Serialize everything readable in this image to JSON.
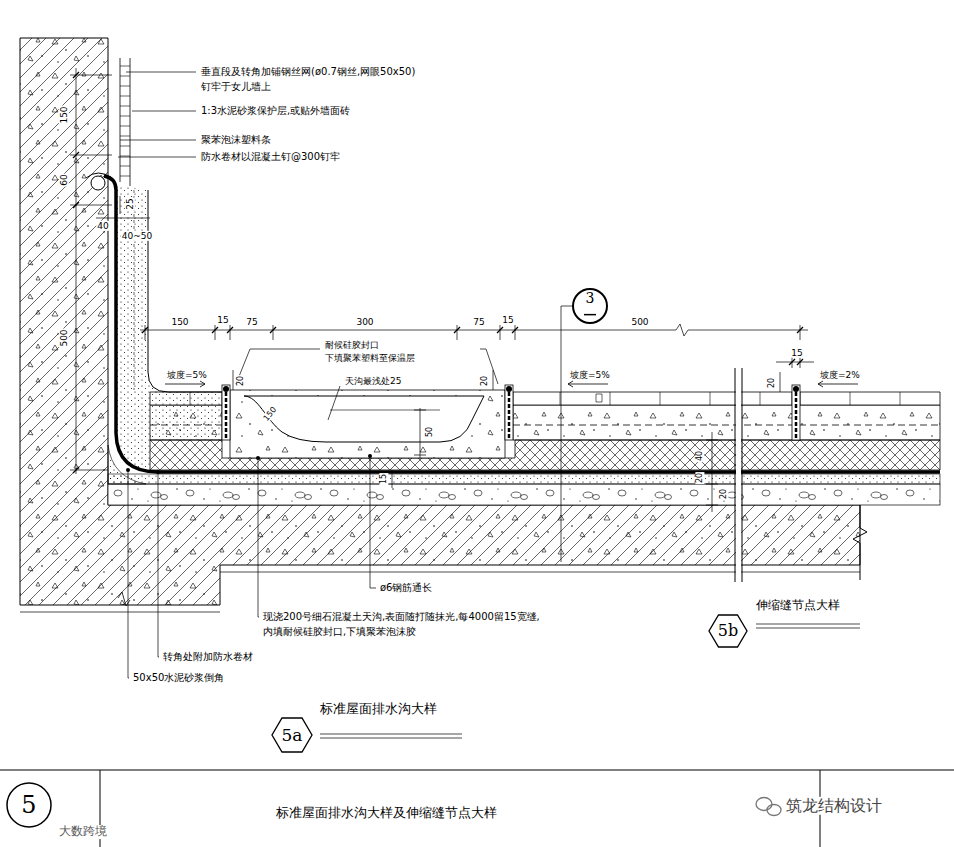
{
  "diagram": {
    "title": "标准屋面排水沟大样及伸缩缝节点大样",
    "nodes": [
      {
        "text": [
          "3"
        ]
      },
      {
        "text": [
          "5b",
          "伸缩缝节点大样"
        ]
      },
      {
        "text": [
          "5a",
          "标准屋面排水沟大样"
        ]
      },
      {
        "text": [
          "5"
        ]
      }
    ],
    "labels": [
      "垂直段及转角加铺钢丝网(ø0.7钢丝,网眼50x50)",
      "钉牢于女儿墙上",
      "1:3水泥砂浆保护层,或贴外墙面砖",
      "聚苯泡沫塑料条",
      "防水卷材以混凝土钉@300钉牢",
      "150",
      "60",
      "25",
      "40",
      "40~50",
      "500",
      "150",
      "15",
      "75",
      "300",
      "75",
      "15",
      "500",
      "15",
      "耐候硅胶封口",
      "下填聚苯塑料至保温层",
      "天沟最浅处25",
      "坡度=5%",
      "20",
      "150",
      "50",
      "20",
      "坡度=5%",
      "20",
      "坡度=2%",
      "15",
      "40",
      "20",
      "20",
      "ø6钢筋通长",
      "现浇200号细石混凝土天沟,表面随打随抹光,每4000留15宽缝,",
      "内填耐候硅胶封口,下填聚苯泡沫胶",
      "转角处附加防水卷材",
      "50x50水泥砂浆倒角",
      "筑龙结构设计",
      "大数跨境"
    ]
  }
}
